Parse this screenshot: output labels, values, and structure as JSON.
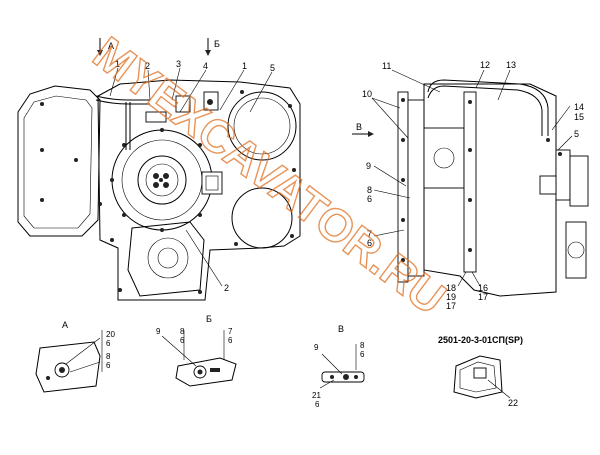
{
  "views": {
    "main_section_a": "A",
    "main_section_b": "Б",
    "side_view": "В"
  },
  "callouts_front": [
    "1",
    "2",
    "3",
    "4",
    "1",
    "5",
    "2"
  ],
  "callouts_side": [
    "11",
    "12",
    "13",
    "10",
    "9",
    "8",
    "6",
    "7",
    "6",
    "18",
    "19",
    "17",
    "16",
    "17",
    "14",
    "15",
    "5"
  ],
  "detail_a": {
    "title": "A",
    "labels": [
      "20",
      "6",
      "8",
      "6"
    ]
  },
  "detail_b": {
    "title": "Б",
    "labels": [
      "9",
      "8",
      "6",
      "7",
      "6"
    ]
  },
  "detail_v": {
    "title": "В",
    "labels": [
      "9",
      "8",
      "6",
      "21",
      "6"
    ]
  },
  "detail_code": {
    "code": "2501-20-3-01СП(SP)",
    "label": "22"
  },
  "watermark": "MYEXCAVATOR.RU",
  "colors": {
    "watermark": "#e07020",
    "line": "#000000"
  }
}
